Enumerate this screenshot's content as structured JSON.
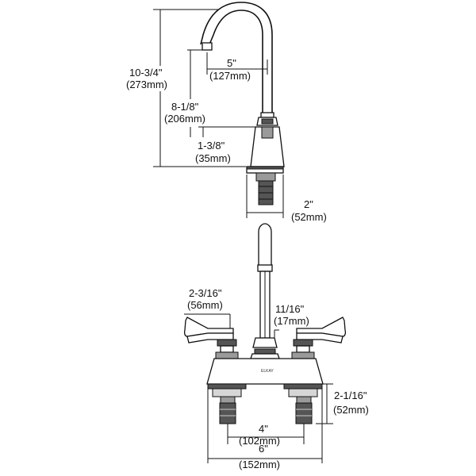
{
  "side_view": {
    "total_height": {
      "imperial": "10-3/4\"",
      "metric": "(273mm)"
    },
    "spout_height": {
      "imperial": "8-1/8\"",
      "metric": "(206mm)"
    },
    "base_height": {
      "imperial": "1-3/8\"",
      "metric": "(35mm)"
    },
    "spout_reach": {
      "imperial": "5\"",
      "metric": "(127mm)"
    },
    "shank_length": {
      "imperial": "2\"",
      "metric": "(52mm)"
    }
  },
  "front_view": {
    "handle_height": {
      "imperial": "2-3/16\"",
      "metric": "(56mm)"
    },
    "spout_base_height": {
      "imperial": "11/16\"",
      "metric": "(17mm)"
    },
    "shank_length": {
      "imperial": "2-1/16\"",
      "metric": "(52mm)"
    },
    "centers": {
      "imperial": "4\"",
      "metric": "(102mm)"
    },
    "overall_width": {
      "imperial": "6\"",
      "metric": "(152mm)"
    },
    "logo_text": "ELKAY"
  }
}
